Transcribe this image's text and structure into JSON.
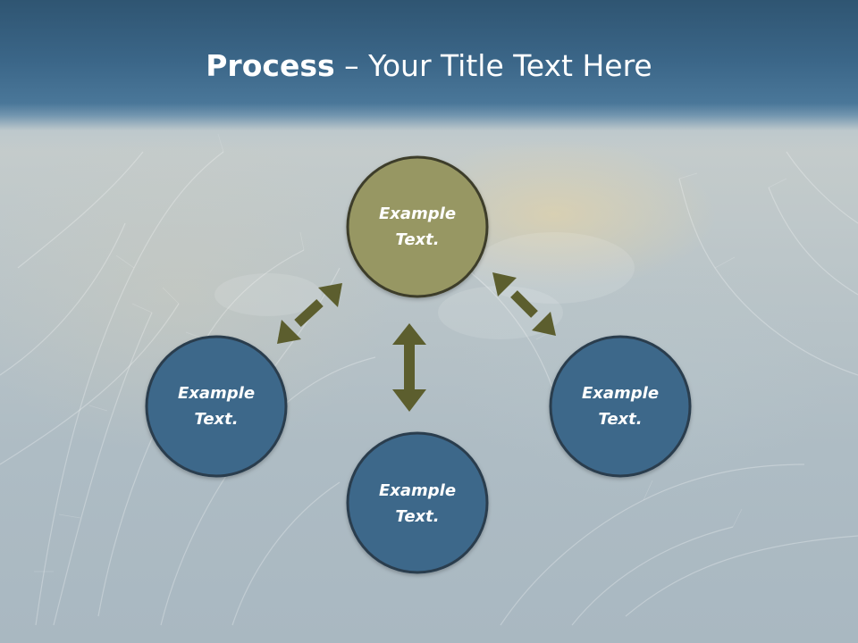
{
  "slide": {
    "title_bold": "Process",
    "title_rest": " – Your Title Text Here"
  },
  "colors": {
    "title_band": "#3b6688",
    "center_node_fill": "#979763",
    "center_node_stroke": "#3e3e2a",
    "outer_node_fill": "#3e678a",
    "outer_node_stroke": "#2a3d4e",
    "arrow": "#5c5e2e",
    "label_text": "#ffffff"
  },
  "diagram": {
    "nodes": [
      {
        "id": "top",
        "line1": "Example",
        "line2": "Text.",
        "style": "olive"
      },
      {
        "id": "left",
        "line1": "Example",
        "line2": "Text.",
        "style": "blue"
      },
      {
        "id": "right",
        "line1": "Example",
        "line2": "Text.",
        "style": "blue"
      },
      {
        "id": "bottom",
        "line1": "Example",
        "line2": "Text.",
        "style": "blue"
      }
    ],
    "arrows": [
      {
        "from": "top",
        "to": "left",
        "type": "double-headed"
      },
      {
        "from": "top",
        "to": "right",
        "type": "double-headed"
      },
      {
        "from": "top",
        "to": "bottom",
        "type": "double-headed"
      }
    ]
  }
}
